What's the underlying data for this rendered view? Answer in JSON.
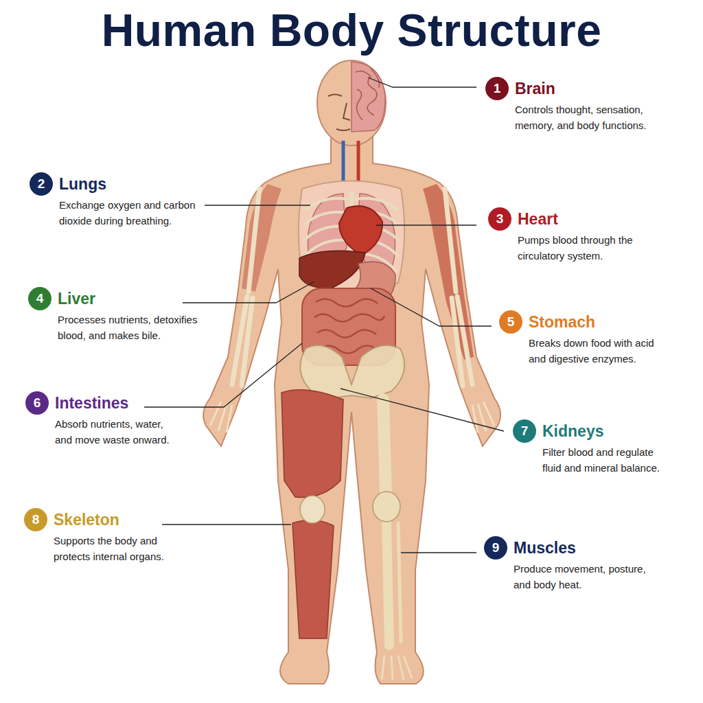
{
  "diagram": {
    "title": "Human Body Structure",
    "nodes": [
      {
        "text": [
          "1",
          "Brain",
          "Controls thought, sensation, memory, and body functions."
        ]
      },
      {
        "text": [
          "2",
          "Lungs",
          "Exchange oxygen and carbon dioxide during breathing."
        ]
      },
      {
        "text": [
          "3",
          "Heart",
          "Pumps blood through the circulatory system."
        ]
      },
      {
        "text": [
          "4",
          "Liver",
          "Processes nutrients, detoxifies blood, and makes bile."
        ]
      },
      {
        "text": [
          "5",
          "Stomach",
          "Breaks down food with acid and digestive enzymes."
        ]
      },
      {
        "text": [
          "6",
          "Intestines",
          "Absorb nutrients, water, and move waste onward."
        ]
      },
      {
        "text": [
          "7",
          "Kidneys",
          "Filter blood and regulate fluid and mineral balance."
        ]
      },
      {
        "text": [
          "8",
          "Skeleton",
          "Supports the body and protects internal organs."
        ]
      },
      {
        "text": [
          "9",
          "Muscles",
          "Produce movement, posture, and body heat."
        ]
      }
    ]
  }
}
